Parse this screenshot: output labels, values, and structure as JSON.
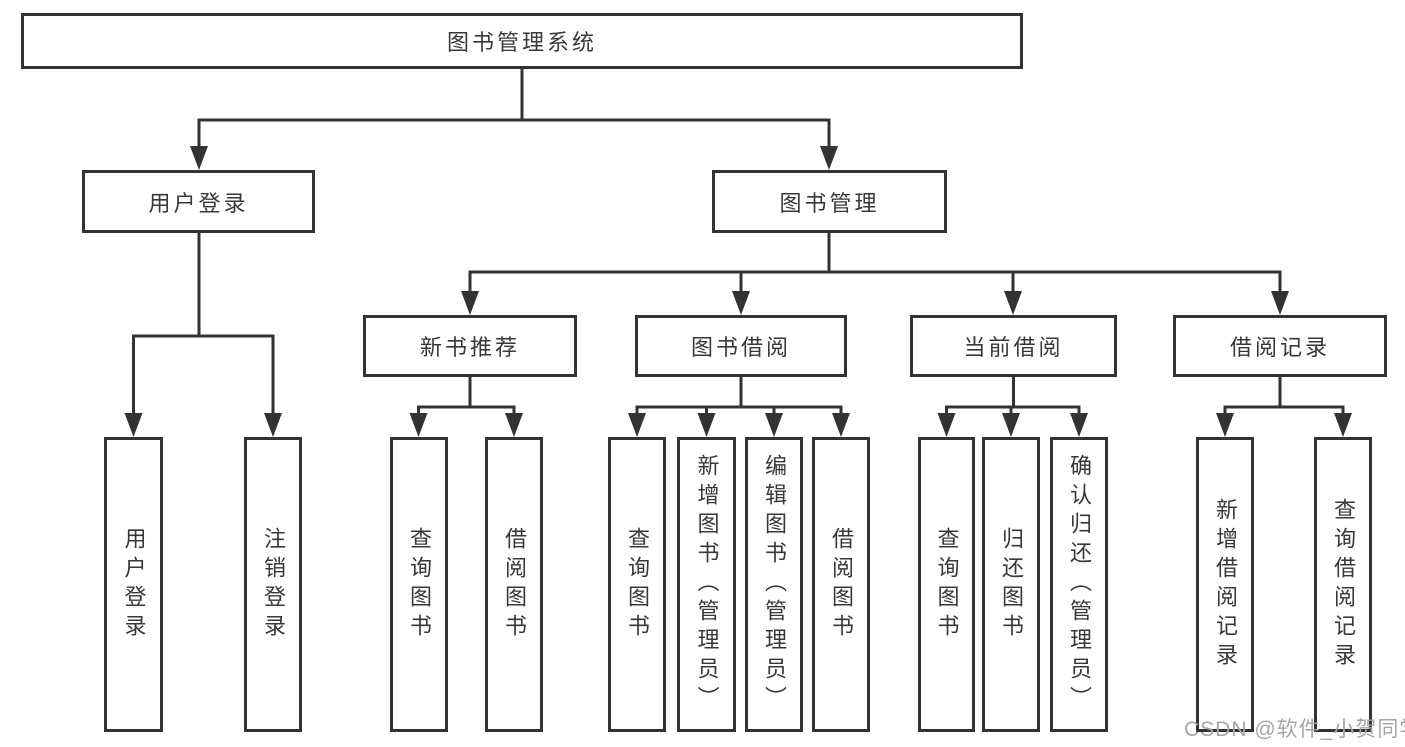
{
  "colors": {
    "line": "#333333",
    "border": "#333333",
    "text": "#383838",
    "background": "#ffffff",
    "watermark": "#a6a6a6"
  },
  "tree": {
    "label": "图书管理系统",
    "children": [
      {
        "label": "用户登录",
        "children": [
          {
            "label": "用户登录"
          },
          {
            "label": "注销登录"
          }
        ]
      },
      {
        "label": "图书管理",
        "children": [
          {
            "label": "新书推荐",
            "children": [
              {
                "label": "查询图书"
              },
              {
                "label": "借阅图书"
              }
            ]
          },
          {
            "label": "图书借阅",
            "children": [
              {
                "label": "查询图书"
              },
              {
                "label": "新增图书（管理员）"
              },
              {
                "label": "编辑图书（管理员）"
              },
              {
                "label": "借阅图书"
              }
            ]
          },
          {
            "label": "当前借阅",
            "children": [
              {
                "label": "查询图书"
              },
              {
                "label": "归还图书"
              },
              {
                "label": "确认归还（管理员）"
              }
            ]
          },
          {
            "label": "借阅记录",
            "children": [
              {
                "label": "新增借阅记录"
              },
              {
                "label": "查询借阅记录"
              }
            ]
          }
        ]
      }
    ]
  },
  "watermark": {
    "text": "CSDN @软件_小贺同学"
  }
}
